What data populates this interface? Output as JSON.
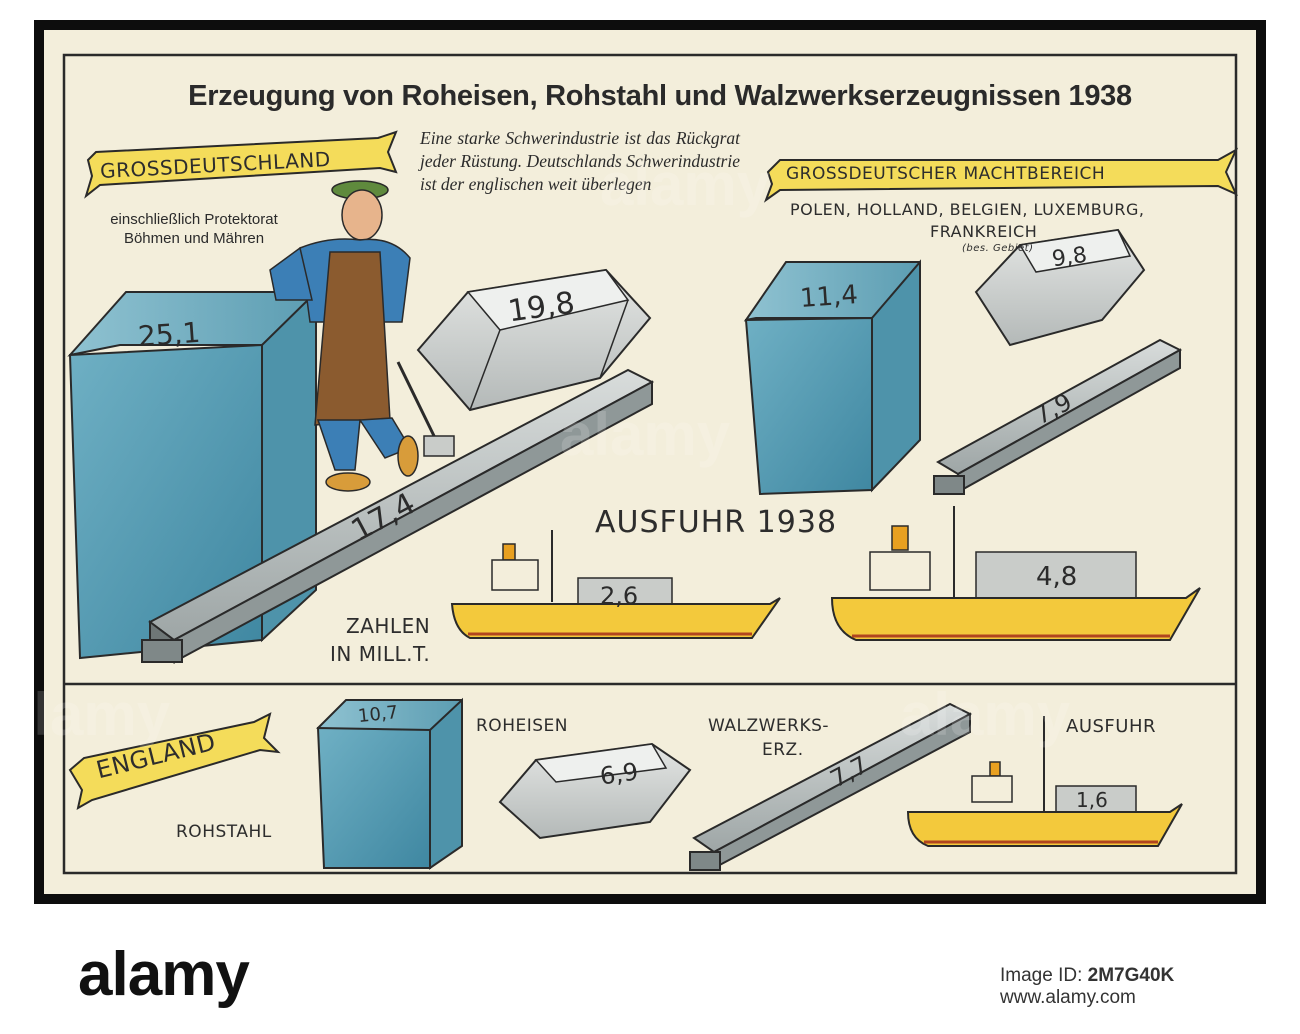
{
  "poster": {
    "title": "Erzeugung von Roheisen, Rohstahl und Walzwerkserzeugnissen 1938",
    "quote": "Eine starke Schwerindustrie ist das Rückgrat jeder Rüstung. Deutschlands Schwerindustrie ist der englischen weit überlegen",
    "grossdeutschland": {
      "banner": "GROSSDEUTSCHLAND",
      "subtitle_line1": "einschließlich Protektorat",
      "subtitle_line2": "Böhmen und Mähren",
      "rohstahl": "25,1",
      "roheisen": "19,8",
      "walzwerk": "17,4",
      "ausfuhr": "2,6"
    },
    "machtbereich": {
      "banner": "GROSSDEUTSCHER MACHTBEREICH",
      "countries": "POLEN, HOLLAND, BELGIEN, LUXEMBURG,",
      "countries2": "FRANKREICH",
      "note": "(bes. Gebiet)",
      "rohstahl": "11,4",
      "roheisen": "9,8",
      "walzwerk": "7,9",
      "ausfuhr": "4,8"
    },
    "export_heading": "AUSFUHR 1938",
    "units_line1": "ZAHLEN",
    "units_line2": "IN MILL.T.",
    "england": {
      "banner": "ENGLAND",
      "rohstahl": "10,7",
      "roheisen": "6,9",
      "walzwerk": "7,7",
      "ausfuhr": "1,6"
    },
    "legend": {
      "rohstahl": "ROHSTAHL",
      "roheisen": "ROHEISEN",
      "walzwerk_line1": "WALZWERKS-",
      "walzwerk_line2": "ERZ.",
      "ausfuhr": "AUSFUHR"
    }
  },
  "watermark": "alamy",
  "footer": {
    "logo": "alamy",
    "image_id_label": "Image ID:",
    "image_id": "2M7G40K",
    "url": "www.alamy.com"
  },
  "colors": {
    "paper": "#f3eedb",
    "steel_blue": "#5b9fb5",
    "iron_grey": "#c9ccc9",
    "ship_yellow": "#f3c93c",
    "banner_yellow": "#f4dc5a"
  },
  "icons": [
    "steel-block-icon",
    "pig-iron-ingot-icon",
    "rolled-beam-icon",
    "cargo-ship-icon",
    "worker-figure-icon"
  ]
}
